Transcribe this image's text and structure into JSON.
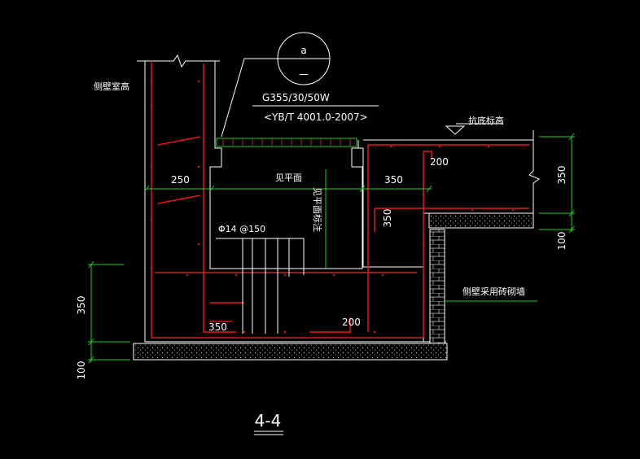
{
  "section_title": "4-4",
  "callout": {
    "symbol": "a",
    "sub": "—"
  },
  "grating": {
    "spec": "G355/30/50W",
    "standard": "<YB/T 4001.0-2007>"
  },
  "labels": {
    "side_wall_height": "侧壁室高",
    "top_elevation": "抗底标高",
    "plan_note": "见平面",
    "vertical_note": "见平面标注",
    "rebar": "Φ14 @150",
    "brick_wall": "侧壁采用砖砌墙"
  },
  "dims": {
    "left_250": "250",
    "right_350": "350",
    "top_200": "200",
    "inner_350": "350",
    "bottom_350": "350",
    "bottom_200": "200",
    "left_v_350": "350",
    "left_v_100": "100",
    "right_v_350": "350",
    "right_v_100": "100"
  },
  "colors": {
    "background": "#000000",
    "line": "#ffffff",
    "dimension": "#22cc22",
    "rebar": "#e01818",
    "hatch": "#e0e000"
  }
}
